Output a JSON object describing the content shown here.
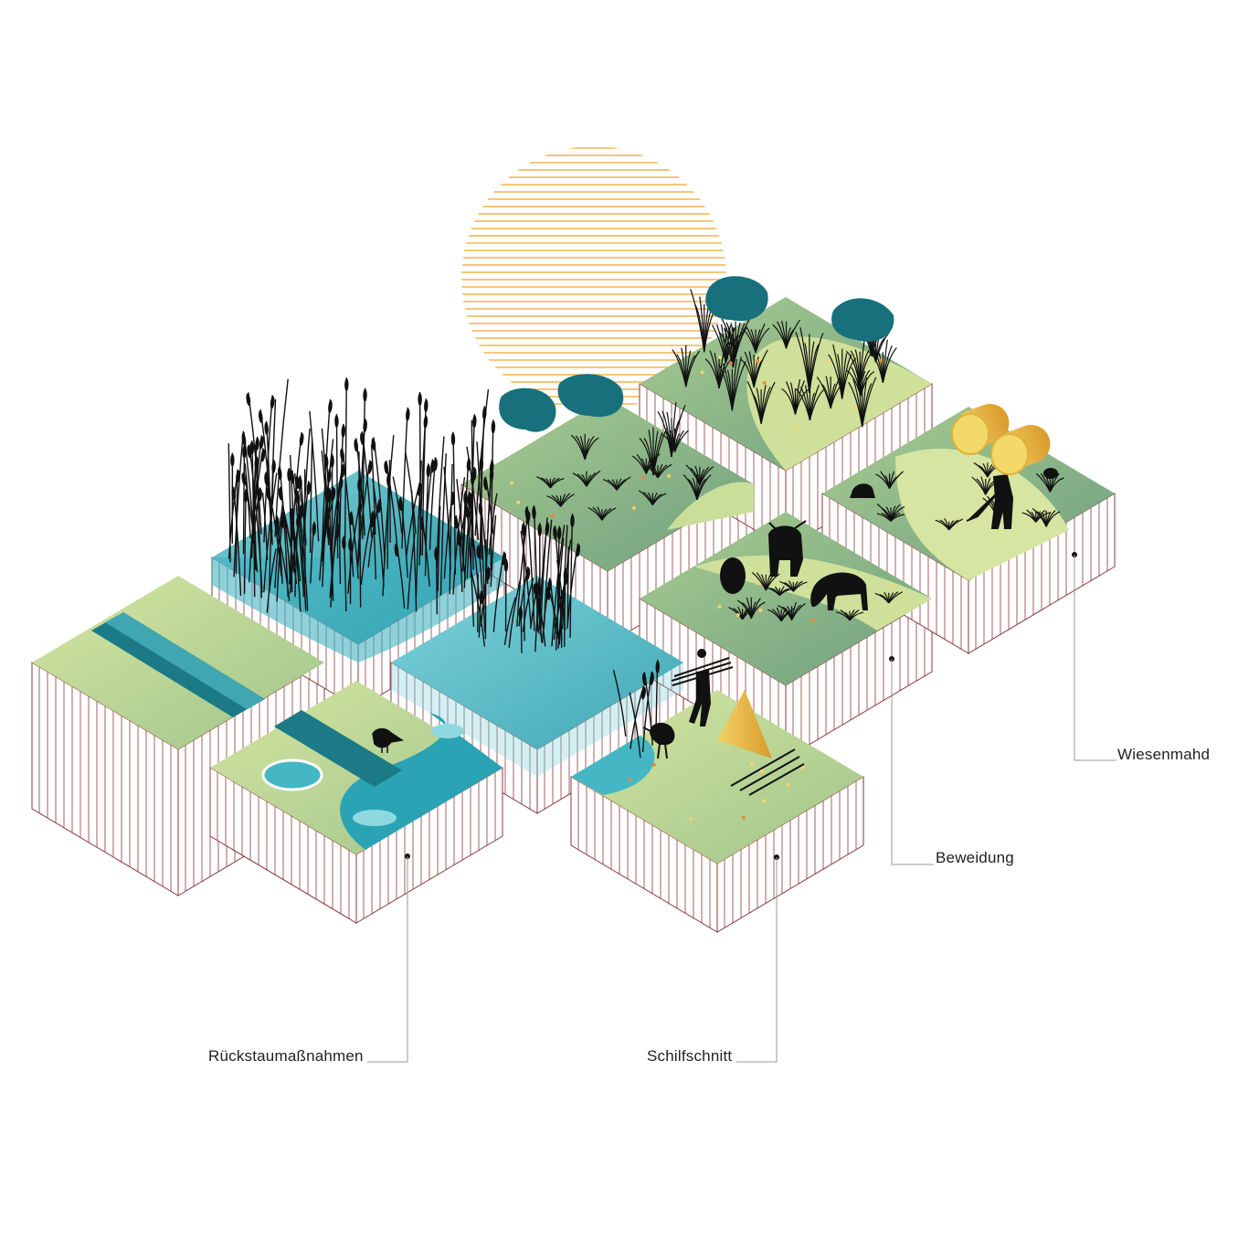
{
  "labels": {
    "rueckstau": "Rückstaumaßnahmen",
    "schilfschnitt": "Schilfschnitt",
    "beweidung": "Beweidung",
    "wiesenmahd": "Wiesenmahd"
  },
  "colors": {
    "wall_line": "#8a3a3a",
    "meadow_light": "#cfe09a",
    "meadow_mid": "#a8c98a",
    "meadow_dark": "#7fae86",
    "water_light": "#8fd8df",
    "water_mid": "#45b6c4",
    "water_dark": "#1a7f8c",
    "tree": "#17707c",
    "sun_stripe": "#f0a52a",
    "silhouette": "#111111",
    "hay": "#e6b53a",
    "leader": "#999999"
  }
}
